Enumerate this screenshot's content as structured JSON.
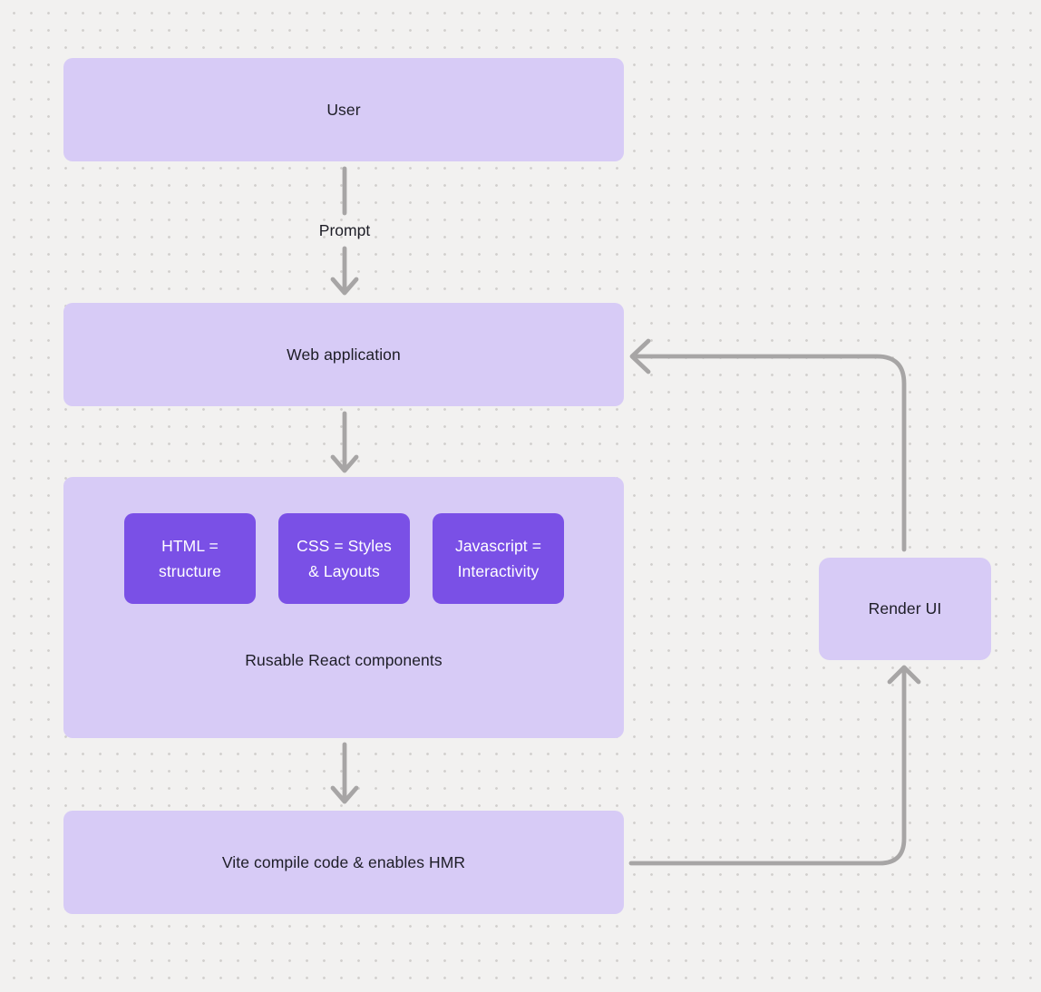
{
  "colors": {
    "canvas_bg": "#f2f1f0",
    "dot": "#d1cfcd",
    "node_fill": "#d7cbf6",
    "accent_fill": "#7a50e6",
    "accent_text": "#ffffff",
    "wire": "#a7a5a5",
    "text": "#1d1d26"
  },
  "nodes": {
    "user": {
      "label": "User"
    },
    "web_application": {
      "label": "Web application"
    },
    "components": {
      "caption": "Rusable React components",
      "items": [
        {
          "label": "HTML = structure"
        },
        {
          "label": "CSS = Styles & Layouts"
        },
        {
          "label": "Javascript = Interactivity"
        }
      ]
    },
    "vite": {
      "label": "Vite compile code & enables HMR"
    },
    "render_ui": {
      "label": "Render UI"
    }
  },
  "edges": {
    "prompt_label": "Prompt"
  }
}
